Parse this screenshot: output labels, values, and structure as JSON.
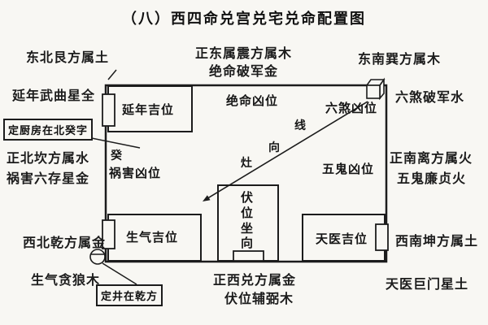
{
  "title": "（八）西四命兑宫兑宅兑命配置图",
  "compass_labels": {
    "northeast": "东北艮方属土",
    "east": "正东属震方属木",
    "east_star": "绝命破军金",
    "southeast": "东南巽方属木",
    "north": "正北坎方属水",
    "south": "正南离方属火",
    "west": "正西兑方属金",
    "northwest": "西北乾方属金",
    "southwest": "西南坤方属土"
  },
  "star_labels": {
    "yannian": "延年武曲星全",
    "liusha": "六煞破军水",
    "huohai": "祸害六存星金",
    "wugui": "五鬼廉贞火",
    "shengqi": "生气贪狼木",
    "fuwei": "伏位辅弼木",
    "tianyi": "天医巨门星土"
  },
  "notes": {
    "kitchen": "定厨房在北癸字",
    "well": "定井在乾方"
  },
  "rooms": {
    "yannian": "延年吉位",
    "jueming": "绝命凶位",
    "liusha": "六煞凶位",
    "gui": "癸",
    "huohai": "祸害凶位",
    "wugui": "五鬼凶位",
    "shengqi": "生气吉位",
    "tianyi": "天医吉位",
    "fuwei_chars": [
      "伏",
      "位",
      "坐",
      "向"
    ]
  },
  "stove_line_labels": {
    "xian": "线",
    "xiang": "向",
    "zao": "灶"
  },
  "colors": {
    "ink": "#1c1c1c",
    "paper": "#f8f7f3"
  }
}
